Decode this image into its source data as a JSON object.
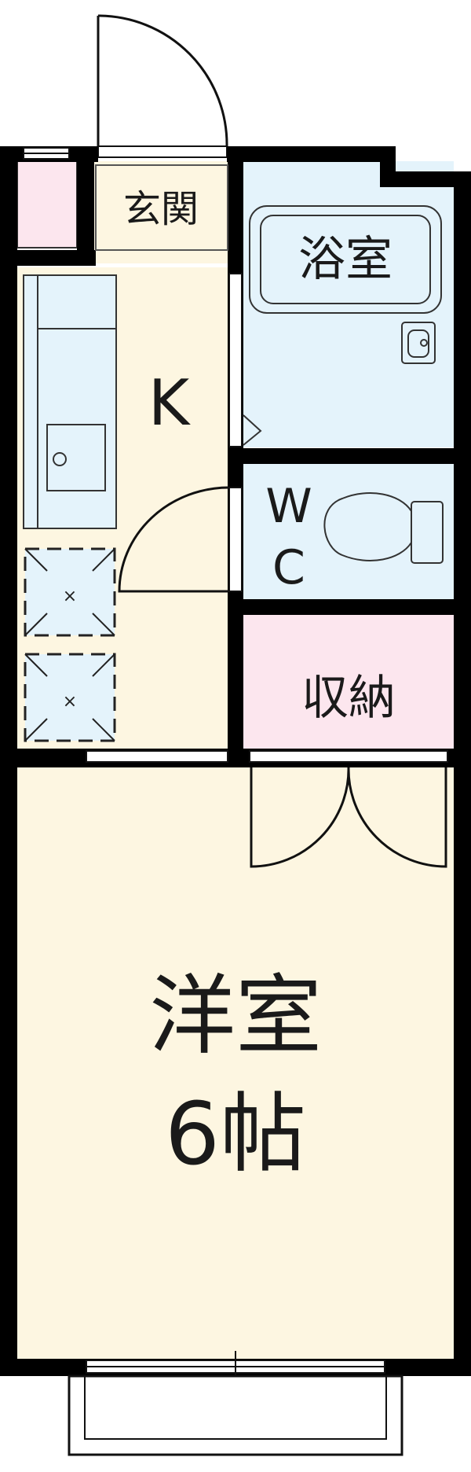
{
  "colors": {
    "wall": "#000000",
    "kitchen_floor": "#fdf6e1",
    "bath_floor": "#e4f3fb",
    "wc_floor": "#e4f3fb",
    "storage_floor": "#fce6ee",
    "western_floor": "#fdf6e1",
    "entrance_floor": "#fdf6e1",
    "shoe_box": "#fce6ee",
    "fixture_fill": "#e4f3fb",
    "fixture_line": "#333333"
  },
  "rooms": {
    "entrance": {
      "label": "玄関"
    },
    "kitchen": {
      "label": "K"
    },
    "bath": {
      "label": "浴室"
    },
    "wc": {
      "label_line1": "W",
      "label_line2": "C"
    },
    "storage": {
      "label": "収納"
    },
    "western": {
      "label_line1": "洋室",
      "label_line2": "6帖"
    }
  },
  "icons": {
    "toilet": "toilet-icon",
    "sink": "sink-icon",
    "stove": "stove-icon",
    "washbasin": "washbasin-icon",
    "door_swing": "door-swing-icon"
  }
}
